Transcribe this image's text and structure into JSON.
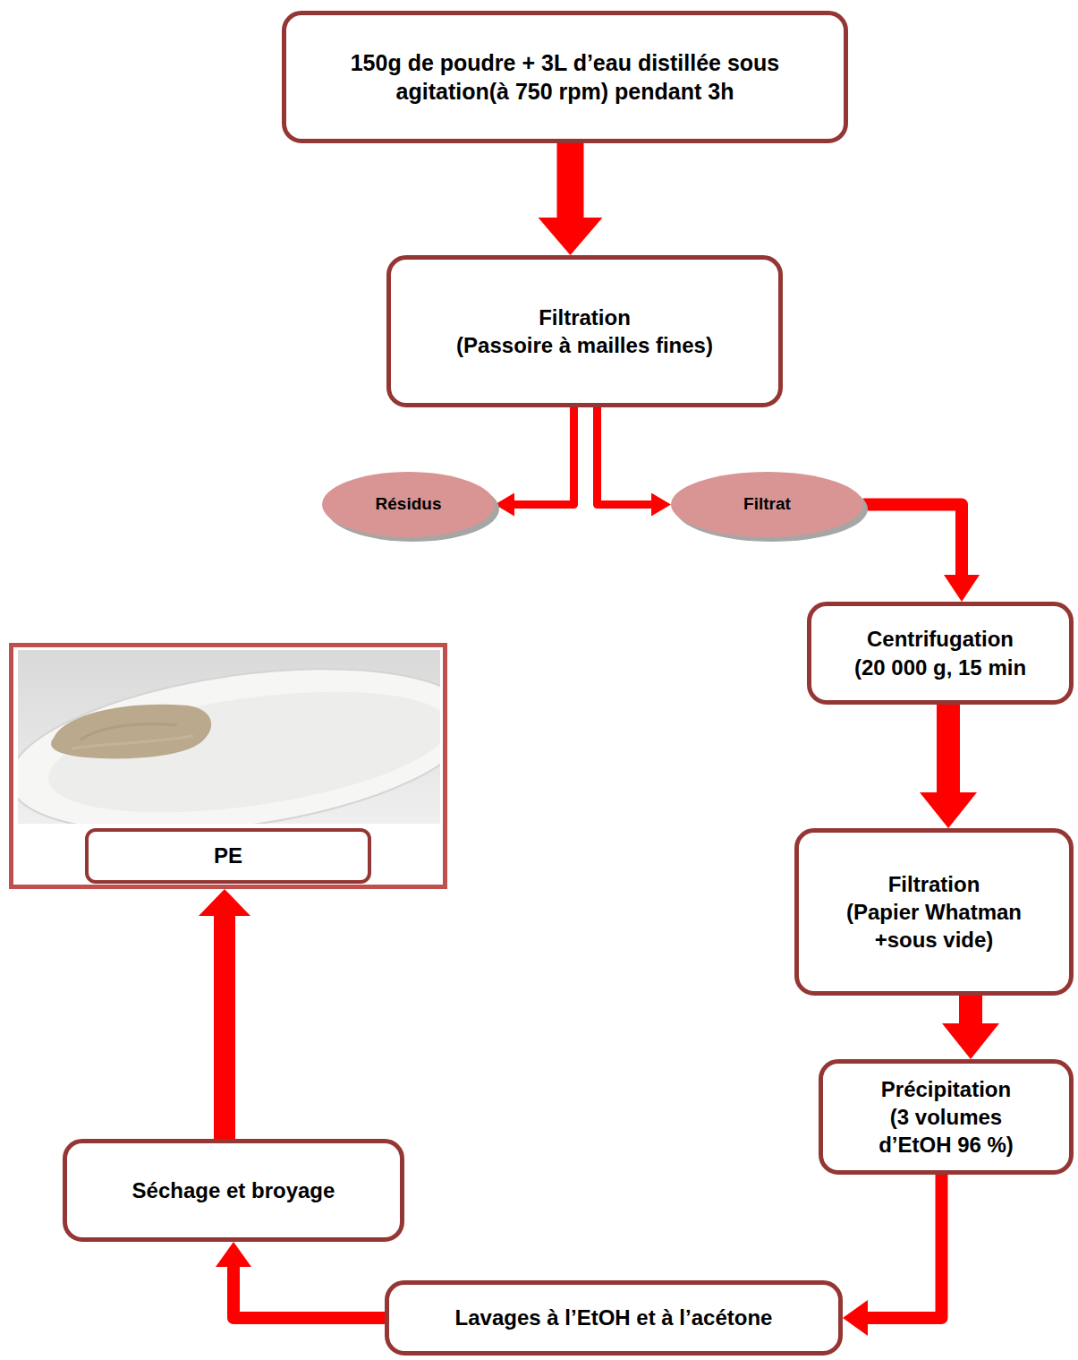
{
  "diagram": {
    "nodes": [
      {
        "text": [
          "150g de poudre + 3L d’eau distillée sous agitation(à 750 rpm) pendant 3h"
        ]
      },
      {
        "text": [
          "Filtration",
          "(Passoire à mailles fines)"
        ]
      },
      {
        "text": [
          "Résidus"
        ]
      },
      {
        "text": [
          "Filtrat"
        ]
      },
      {
        "text": [
          "Centrifugation",
          "(20 000 g, 15 min"
        ]
      },
      {
        "text": [
          "Filtration",
          "(Papier Whatman +sous vide)"
        ]
      },
      {
        "text": [
          "Précipitation",
          "(3 volumes d’EtOH 96 %)"
        ]
      },
      {
        "text": [
          "Lavages à l’EtOH et à l’acétone"
        ]
      },
      {
        "text": [
          "Séchage et broyage"
        ]
      },
      {
        "text": [
          "PE"
        ]
      }
    ],
    "edges": [
      {
        "from": 0,
        "to": 1,
        "arrow": "to"
      },
      {
        "from": 1,
        "to": 2,
        "arrow": "to"
      },
      {
        "from": 1,
        "to": 3,
        "arrow": "to"
      },
      {
        "from": 3,
        "to": 4,
        "arrow": "to"
      },
      {
        "from": 4,
        "to": 5,
        "arrow": "to"
      },
      {
        "from": 5,
        "to": 6,
        "arrow": "to"
      },
      {
        "from": 6,
        "to": 7,
        "arrow": "to"
      },
      {
        "from": 7,
        "to": 8,
        "arrow": "to"
      },
      {
        "from": 8,
        "to": 9,
        "arrow": "to"
      }
    ]
  }
}
